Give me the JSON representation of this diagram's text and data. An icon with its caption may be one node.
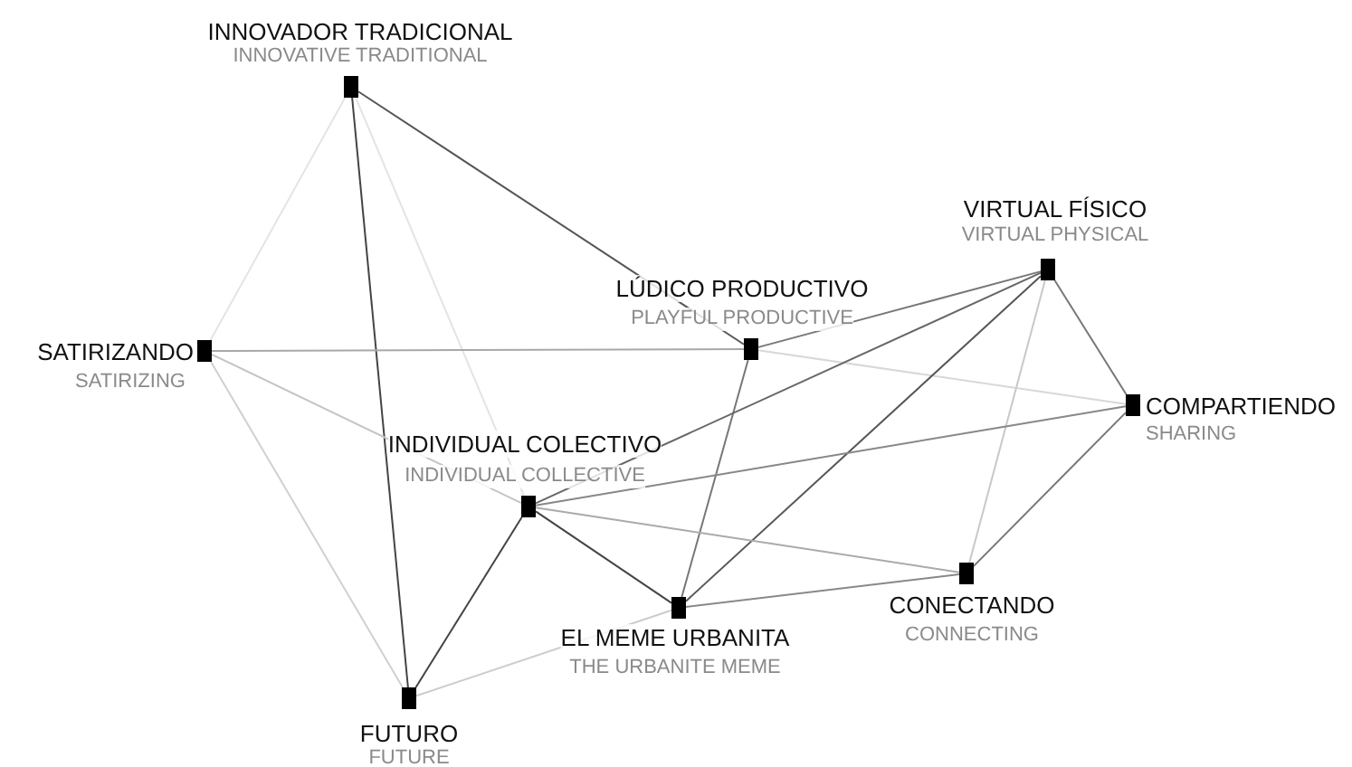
{
  "diagram": {
    "nodes": [
      {
        "text": [
          "INNOVADOR TRADICIONAL",
          "INNOVATIVE TRADITIONAL"
        ]
      },
      {
        "text": [
          "VIRTUAL FÍSICO",
          "VIRTUAL PHYSICAL"
        ]
      },
      {
        "text": [
          "LÚDICO PRODUCTIVO",
          "PLAYFUL PRODUCTIVE"
        ]
      },
      {
        "text": [
          "SATIRIZANDO",
          "SATIRIZING"
        ]
      },
      {
        "text": [
          "COMPARTIENDO",
          "SHARING"
        ]
      },
      {
        "text": [
          "INDIVIDUAL COLECTIVO",
          "INDIVIDUAL COLLECTIVE"
        ]
      },
      {
        "text": [
          "CONECTANDO",
          "CONNECTING"
        ]
      },
      {
        "text": [
          "EL MEME URBANITA",
          "THE URBANITE MEME"
        ]
      },
      {
        "text": [
          "FUTURO",
          "FUTURE"
        ]
      }
    ],
    "edges": [
      {
        "from": 0,
        "to": 2,
        "arrow": "none",
        "color": "#555555"
      },
      {
        "from": 0,
        "to": 8,
        "arrow": "none",
        "color": "#444444"
      },
      {
        "from": 0,
        "to": 3,
        "arrow": "none",
        "color": "#e4e4e4"
      },
      {
        "from": 0,
        "to": 5,
        "arrow": "none",
        "color": "#e4e4e4"
      },
      {
        "from": 3,
        "to": 2,
        "arrow": "none",
        "color": "#a8a8a8"
      },
      {
        "from": 3,
        "to": 5,
        "arrow": "none",
        "color": "#c4c4c4"
      },
      {
        "from": 3,
        "to": 8,
        "arrow": "none",
        "color": "#d0d0d0"
      },
      {
        "from": 2,
        "to": 1,
        "arrow": "none",
        "color": "#777777"
      },
      {
        "from": 2,
        "to": 4,
        "arrow": "none",
        "color": "#d8d8d8"
      },
      {
        "from": 2,
        "to": 7,
        "arrow": "none",
        "color": "#777777"
      },
      {
        "from": 1,
        "to": 5,
        "arrow": "none",
        "color": "#666666"
      },
      {
        "from": 1,
        "to": 7,
        "arrow": "none",
        "color": "#555555"
      },
      {
        "from": 1,
        "to": 6,
        "arrow": "none",
        "color": "#c8c8c8"
      },
      {
        "from": 1,
        "to": 4,
        "arrow": "none",
        "color": "#777777"
      },
      {
        "from": 4,
        "to": 5,
        "arrow": "none",
        "color": "#888888"
      },
      {
        "from": 4,
        "to": 6,
        "arrow": "none",
        "color": "#777777"
      },
      {
        "from": 5,
        "to": 6,
        "arrow": "none",
        "color": "#aaaaaa"
      },
      {
        "from": 5,
        "to": 7,
        "arrow": "none",
        "color": "#444444"
      },
      {
        "from": 5,
        "to": 8,
        "arrow": "none",
        "color": "#444444"
      },
      {
        "from": 7,
        "to": 6,
        "arrow": "none",
        "color": "#888888"
      },
      {
        "from": 7,
        "to": 8,
        "arrow": "none",
        "color": "#cccccc"
      }
    ]
  }
}
